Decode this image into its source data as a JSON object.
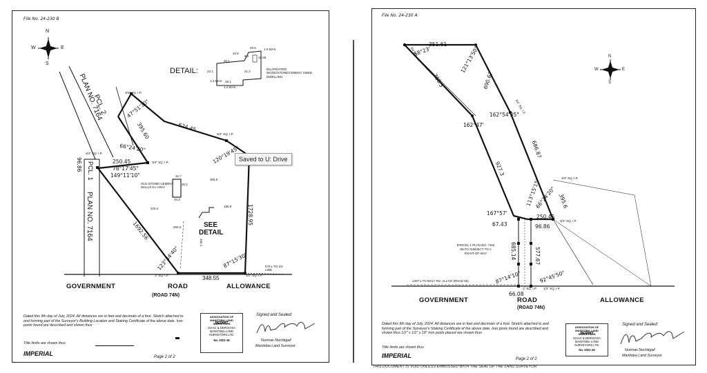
{
  "tooltip": {
    "text": "Saved to U: Drive"
  },
  "left": {
    "file_no": "File No. 24-230 B",
    "compass": {
      "n": "N",
      "s": "S",
      "e": "E",
      "w": "W"
    },
    "parcels": {
      "pcl2": "PCL. 2",
      "pcl1": "PCL. 1",
      "plan_upper": "PLAN NO. 7164",
      "plan_lower": "PLAN NO. 7164"
    },
    "detail_title": "DETAIL:",
    "detail_dims": [
      "20.1",
      "10.8",
      "20.5",
      "8.2",
      "15.65",
      "1.0 MAX.",
      "22.1",
      "1.2 MAX.",
      "28.1",
      "1.2 MAX.",
      "21.2"
    ],
    "detail_desc": "DILAPIDATED WOOD/STONE/CEMENT SIDED DWELLING",
    "dims": {
      "d1": "47°51'30\"",
      "d2": "395.60",
      "d3": "624.45",
      "d4": "66°24'20\"",
      "d5": "250.45",
      "d6": "78°17'45\"",
      "d7": "149°11'10\"",
      "d8": "96.86",
      "d9": "120°19'45\"",
      "d10": "1728.95",
      "d11": "1692.56",
      "d12": "123°34'40\"",
      "d13": "87°15'30\"",
      "d14": "348.55",
      "d15": "32.7",
      "d16": "30.2",
      "d17": "44.3",
      "d18": "306.0",
      "d19": "155.9",
      "d20": "219.4",
      "d21": "293.2",
      "d22": "346.1"
    },
    "iron_posts": [
      "3/4\" SQ. I.P.",
      "3/4\" SQ. I.P.",
      "3/4\" SQ. I.P.",
      "3/4\" SQ. I.P.",
      "1\" SQ. I.P.",
      "1/2\" SQ. I.P."
    ],
    "walls_label": "OLD STONE/ CEMENT WALLS 6'± HIGH",
    "see_detail": "SEE DETAIL",
    "tie_label": "574'± TO 1/4 LINE",
    "road": {
      "left": "GOVERNMENT",
      "mid": "ROAD",
      "right": "ALLOWANCE",
      "sub": "(ROAD 74N)"
    },
    "notes": "Dated this 9th day of July, 2024. All distances are in feet and decimals of a foot. Sketch attached to and forming part of the Surveyor's Building Location and Staking Certificate of the above date. Iron posts found are described and shown thus",
    "notes_title": "Title limits are shown thus",
    "permit": {
      "assoc": "ASSOCIATION OF MANITOBA LAND SURVEYORS",
      "title": "PERMIT",
      "firm": "ISAAC & DEROCHIA MANITOBA LAND SURVEYORS LTD.",
      "no": "No. 2021-19"
    },
    "signed": "Signed and Sealed:",
    "surveyor_name": "Norman Nochtigall",
    "surveyor_role": "Manitoba Land Surveyor",
    "imperial": "IMPERIAL",
    "page": "Page 2 of 2"
  },
  "right": {
    "file_no": "File No. 24-230 A",
    "compass": {
      "n": "N",
      "s": "S",
      "e": "E",
      "w": "W"
    },
    "dims": {
      "d1": "351.61",
      "d2": "58°23'",
      "d3": "121°13'50\"",
      "d4": "768.3",
      "d5": "690.67",
      "d6": "162°47'",
      "d7": "162°54'35\"",
      "d8": "686.87",
      "d9": "927.3",
      "d10": "113°15'15\"",
      "d11": "66°24'20\"",
      "d12": "395.6",
      "d13": "167°57'",
      "d14": "250.45",
      "d15": "67.43",
      "d16": "96.86",
      "d17": "685.14",
      "d18": "577.67",
      "d19": "87°14'10\"",
      "d20": "92°45'50\"",
      "d21": "66.08"
    },
    "iron_posts": [
      "3/4\" SQ. I.P.",
      "3/4\" SQ. I.P.",
      "3/4\" SQ. I.P.",
      "3/4\" SQ. I.P.",
      "1\" SQ. I.P.",
      "1/2\" SQ. I.P."
    ],
    "parcel_label": "PARCEL 1 PLAN NO. 7164 WLTO SUBJECT TO A RIGHT-OF-WAY",
    "tie_label": "1307'± TO 80/17 RD. ALL'CE (ROAD 55)",
    "road": {
      "left": "GOVERNMENT",
      "mid": "ROAD",
      "right": "ALLOWANCE",
      "sub": "(ROAD 74N)"
    },
    "notes": "Dated this 9th day of July, 2024. All distances are in feet and decimals of a foot. Sketch attached to and forming part of the Surveyor's Staking Certificate of the above date. Iron posts found are described and shown thus 1/2\" x 1/2\" x 18\" Iron posts placed are shown thus",
    "notes_title": "Title limits are shown thus",
    "permit": {
      "assoc": "ASSOCIATION OF MANITOBA LAND SURVEYORS",
      "title": "PERMIT",
      "firm": "ISAAC & DEROCHIA MANITOBA LAND SURVEYORS LTD.",
      "no": "No. 2021-19"
    },
    "signed": "Signed and Sealed:",
    "surveyor_name": "Norman Nochtigall",
    "surveyor_role": "Manitoba Land Surveyor",
    "imperial": "IMPERIAL",
    "page": "Page 2 of 2",
    "bottom_strip": "THIS DOCUMENT IS VOID UNLESS EMBOSSED WITH THE SEAL OF THE LAND SURVEYOR"
  }
}
